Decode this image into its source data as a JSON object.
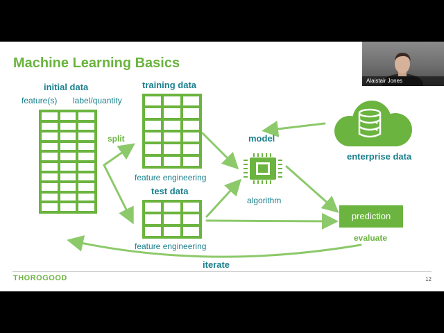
{
  "slide": {
    "title": "Machine Learning Basics",
    "page_number": "12",
    "brand": "THOROGOOD",
    "labels": {
      "initial_data": "initial data",
      "features": "feature(s)",
      "label_quantity": "label/quantity",
      "split": "split",
      "training_data": "training data",
      "feature_engineering_train": "feature engineering",
      "test_data": "test data",
      "feature_engineering_test": "feature engineering",
      "model": "model",
      "algorithm": "algorithm",
      "enterprise_data": "enterprise data",
      "prediction": "prediction",
      "evaluate": "evaluate",
      "iterate": "iterate"
    }
  },
  "video": {
    "participant_name": "Alaistair Jones"
  },
  "colors": {
    "accent_green": "#6bb43f",
    "teal_text": "#1a7f8c",
    "background": "#000000",
    "slide_bg": "#ffffff"
  },
  "icons": [
    "chip-icon",
    "database-icon",
    "cloud-icon"
  ]
}
